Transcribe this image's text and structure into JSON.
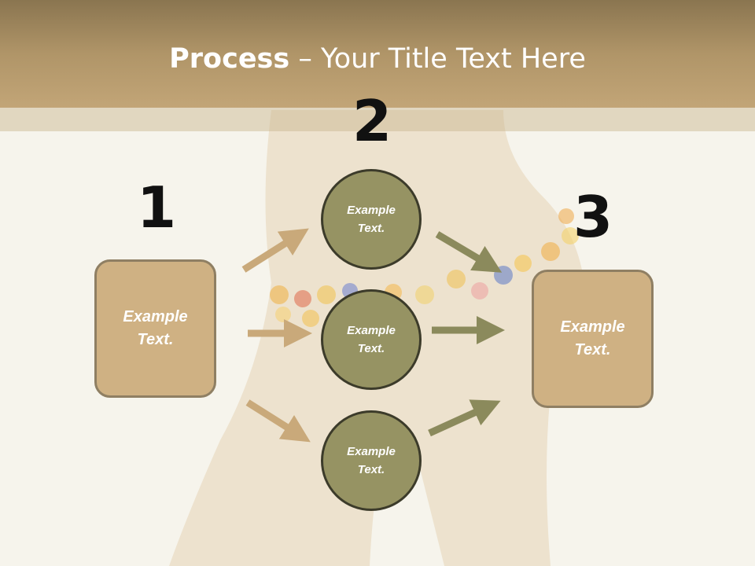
{
  "title": {
    "bold": "Process",
    "rest": " – Your Title Text Here"
  },
  "steps": [
    {
      "number": "1",
      "label": "Example Text."
    },
    {
      "number": "2",
      "circles": [
        {
          "label": "Example Text."
        },
        {
          "label": "Example Text."
        },
        {
          "label": "Example Text."
        }
      ]
    },
    {
      "number": "3",
      "label": "Example Text."
    }
  ],
  "colors": {
    "title_bar": "#b09568",
    "box_fill": "#cfb183",
    "circle_fill": "#969363",
    "arrow_tan": "#c9a97a",
    "arrow_olive": "#8b8a5c"
  }
}
